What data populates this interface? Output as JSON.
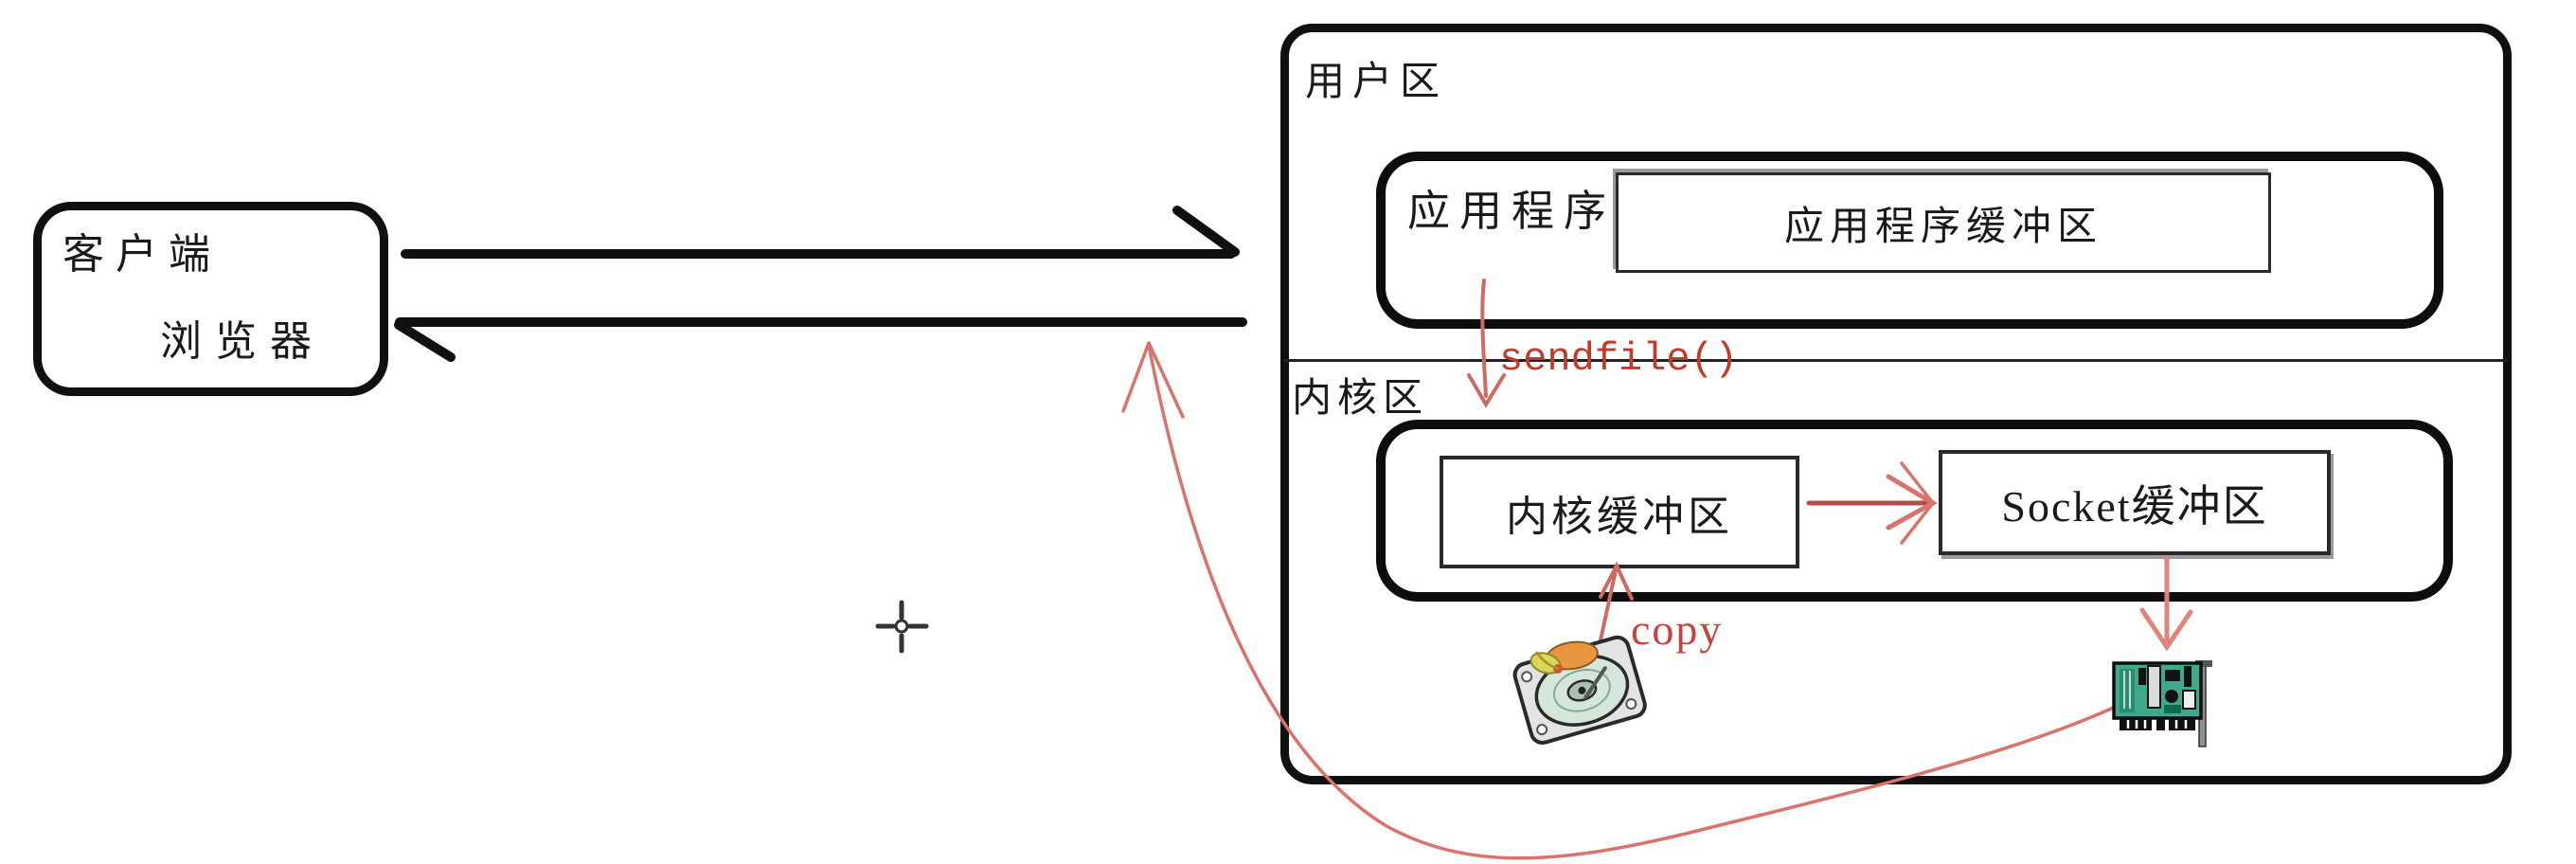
{
  "client": {
    "label": "客户端",
    "sublabel": "浏览器"
  },
  "user_space": {
    "label": "用户区",
    "app_label": "应用程序",
    "app_buffer_label": "应用程序缓冲区"
  },
  "kernel_space": {
    "label": "内核区",
    "kernel_buffer_label": "内核缓冲区",
    "socket_buffer_label": "Socket缓冲区"
  },
  "annotations": {
    "syscall_label": "sendfile()",
    "copy_label": "copy"
  },
  "icons": {
    "disk": "hard-disk-icon",
    "network_card": "network-card-icon",
    "cursor": "crosshair-cursor-icon"
  },
  "colors": {
    "line_black": "#101010",
    "red_text": "#c5392c",
    "red_line": "#d9736b",
    "nic_green": "#3fa98e"
  }
}
